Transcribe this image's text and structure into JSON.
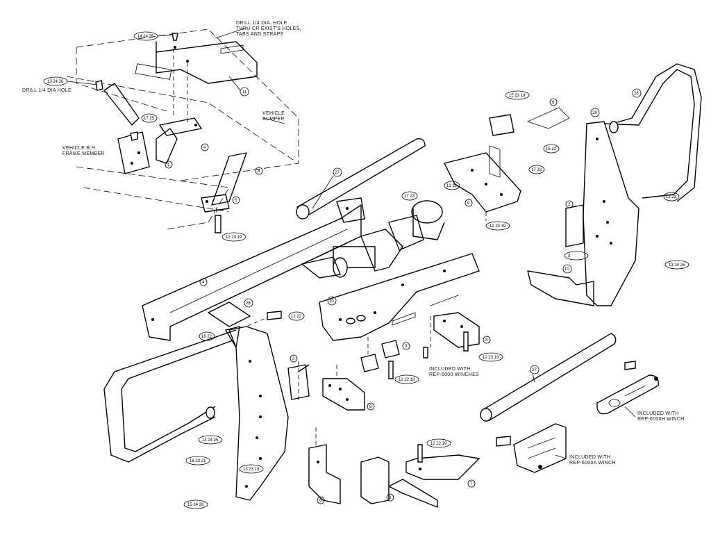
{
  "notes": {
    "drill_top_line1": "DRILL",
    "drill_top_frac": "1/4",
    "drill_top_line2": "DIA. HOLE",
    "drill_top_line3": "THRU CR EXIST'S HOLES,",
    "drill_top_line4": "TABS AND STRAPS",
    "drill_left_line1": "DRILL",
    "drill_left_frac": "1/4",
    "drill_left_line2": "DIA HOLE",
    "vehicle_bumper_1": "VEHICLE",
    "vehicle_bumper_2": "BUMPER",
    "frame_member_1": "VEHICLE R.H.",
    "frame_member_2": "FRAME MEMBER",
    "incl_6000_1": "INCLUDED WITH",
    "incl_6000_2": "REP-6000 WINCHES",
    "incl_6000h_1": "INCLUDED WITH",
    "incl_6000h_2": "REP-6000H WINCH",
    "incl_6000a_1": "INCLUDED WITH",
    "incl_6000a_2": "REP-6000A WINCH"
  },
  "callouts": {
    "c1": "14 24 25",
    "c2": "13 24 26",
    "c3": "11",
    "c4": "17 25",
    "c5": "4",
    "c6": "1",
    "c7": "8",
    "c8": "5",
    "c9": "12 23 19",
    "c10": "27",
    "c11": "29",
    "c12": "15 23 19",
    "c13": "6",
    "c14": "15 22",
    "c15": "17 22",
    "c16": "17 23",
    "c17": "13 22",
    "c18": "9",
    "c19": "12 23 19",
    "c20": "28",
    "c21": "2",
    "c22": "13 23",
    "c23": "13 24 26",
    "c24": "10",
    "c25": "3",
    "c26": "4",
    "c27": "12 22",
    "c28": "16 22",
    "c29": "28",
    "c30": "10",
    "c31": "8",
    "c32": "12 23 19",
    "c33": "3",
    "c34": "12 22 19",
    "c35": "2",
    "c36": "9",
    "c37": "14 24 25",
    "c38": "16 23 21",
    "c39": "13 23 19",
    "c40": "15 24 26",
    "c41": "8",
    "c42": "27",
    "c43": "12 22 19",
    "c44": "7",
    "c45": "6"
  }
}
